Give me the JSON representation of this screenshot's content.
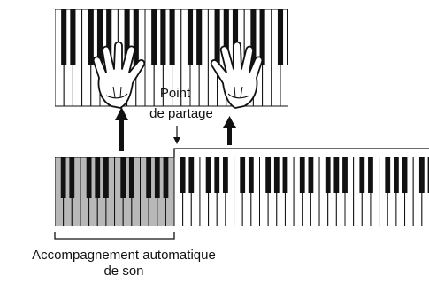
{
  "diagram": {
    "split_point_line1": "Point",
    "split_point_line2": "de partage",
    "caption_line1": "Accompagnement automatique",
    "caption_line2": "de son"
  },
  "colors": {
    "accompaniment_keys": "#b8b8b8",
    "white_keys": "#ffffff",
    "black_keys": "#111111",
    "outline": "#111111"
  },
  "icons": [
    "left-hand-icon",
    "right-hand-icon",
    "arrow-up-icon",
    "arrow-down-icon"
  ]
}
